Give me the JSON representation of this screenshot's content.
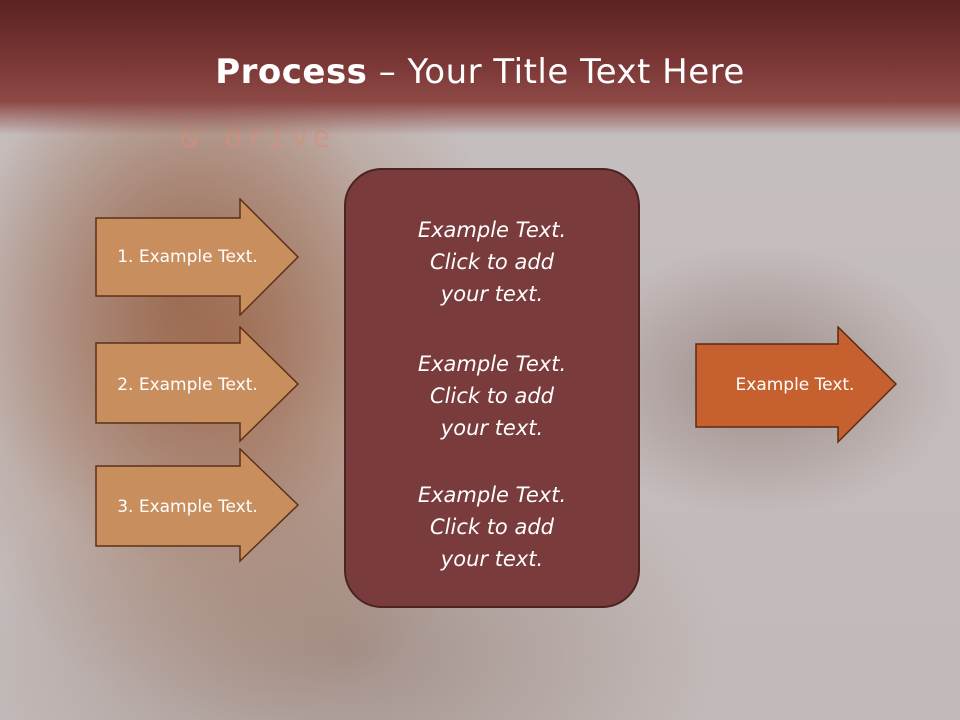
{
  "title": {
    "bold": "Process",
    "rest": " – Your Title Text Here"
  },
  "background_text": "& drive",
  "left_arrows": [
    {
      "label": "1. Example Text."
    },
    {
      "label": "2. Example Text."
    },
    {
      "label": "3. Example Text."
    }
  ],
  "center_box": {
    "paragraphs": [
      {
        "line1": "Example Text.",
        "line2": "Click  to add",
        "line3": "your text."
      },
      {
        "line1": "Example Text.",
        "line2": "Click  to add",
        "line3": "your text."
      },
      {
        "line1": "Example Text.",
        "line2": "Click  to add",
        "line3": "your text."
      }
    ]
  },
  "right_arrow": {
    "label": "Example Text."
  },
  "colors": {
    "title_band": "#7a3634",
    "left_arrow_fill": "#c98e5e",
    "center_box_fill": "#7a3b3c",
    "right_arrow_fill": "#c6612f"
  }
}
